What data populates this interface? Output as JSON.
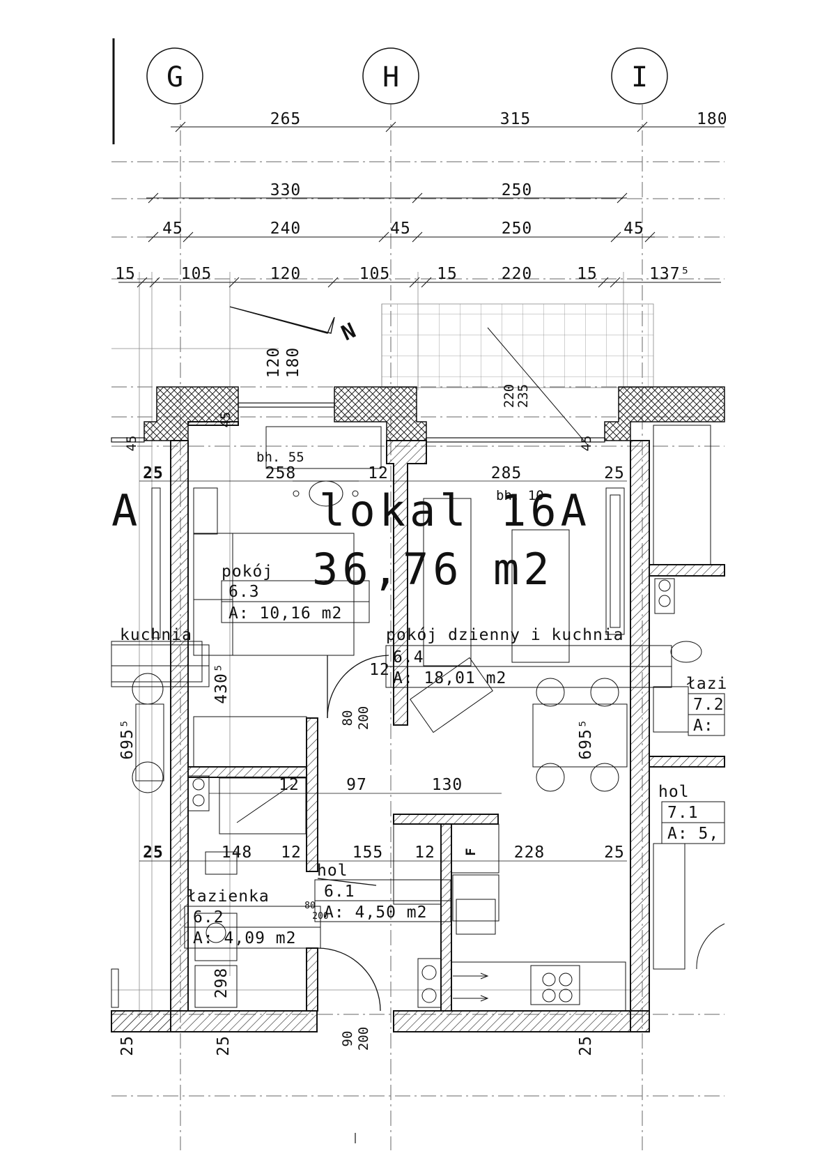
{
  "axes": [
    "G",
    "H",
    "I"
  ],
  "apartment": {
    "title": "lokal 16A",
    "area": "36,76 m2",
    "edge_letter": "A"
  },
  "rooms": {
    "bedroom": {
      "name": "pokój",
      "number": "6.3",
      "area": "A: 10,16 m2"
    },
    "living": {
      "name": "pokój dzienny i kuchnia",
      "number": "6.4",
      "area": "A: 18,01 m2"
    },
    "hall": {
      "name": "hol",
      "number": "6.1",
      "area": "A: 4,50 m2"
    },
    "bathroom": {
      "name": "łazienka",
      "number": "6.2",
      "area": "A: 4,09 m2"
    },
    "neighbor_kitchen": {
      "name": "kuchnia"
    },
    "neighbor_bath": {
      "name": "łazi",
      "number": "7.2",
      "area": "A:"
    },
    "neighbor_hall": {
      "name": "hol",
      "number": "7.1",
      "area": "A: 5,"
    }
  },
  "dimensions": {
    "axis_row": [
      "265",
      "315",
      "180"
    ],
    "row2": [
      "330",
      "250"
    ],
    "row3": [
      "45",
      "240",
      "45",
      "250",
      "45"
    ],
    "row4": [
      "15",
      "105",
      "120",
      "105",
      "15",
      "220",
      "15",
      "137⁵"
    ],
    "window_left": [
      "120",
      "180"
    ],
    "window_right": [
      "220",
      "235"
    ],
    "wall_45": "45",
    "sill_bedroom": "bh. 55",
    "sill_living": "bh. 10",
    "interior_top": [
      "25",
      "258",
      "12",
      "285",
      "25"
    ],
    "interior_mid": [
      "12",
      "97",
      "130"
    ],
    "interior_low": [
      "25",
      "148",
      "12",
      "155",
      "12",
      "228",
      "25"
    ],
    "height_left": "695⁵",
    "height_bedroom": "430⁵",
    "height_right": "695⁵",
    "height_bath": "298",
    "door_living": [
      "80",
      "200"
    ],
    "door_bath": [
      "80",
      "200"
    ],
    "door_entry": [
      "90",
      "200"
    ],
    "bottom": [
      "25",
      "25",
      "25"
    ],
    "wall_12": "12"
  },
  "symbols": {
    "north": "N",
    "fridge": "F"
  },
  "colors": {
    "line": "#111111",
    "grid": "#777777",
    "insulation": "#222222"
  }
}
